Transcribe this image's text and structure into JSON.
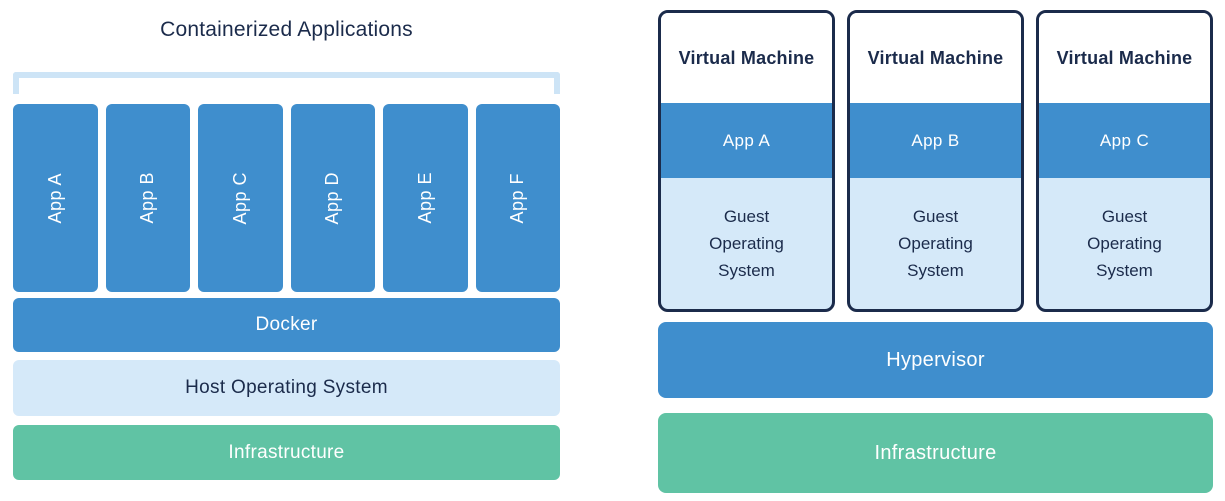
{
  "colors": {
    "blue": "#3f8ecd",
    "light_blue": "#d5e9f9",
    "green": "#60c3a4",
    "navy": "#1b2b4b",
    "bracket": "#cde4f6",
    "white": "#ffffff"
  },
  "left": {
    "title": "Containerized Applications",
    "apps": [
      "App A",
      "App B",
      "App C",
      "App D",
      "App E",
      "App F"
    ],
    "docker": "Docker",
    "host_os": "Host Operating System",
    "infrastructure": "Infrastructure"
  },
  "right": {
    "vms": [
      {
        "title": "Virtual Machine",
        "app": "App A",
        "os": "Guest Operating System"
      },
      {
        "title": "Virtual Machine",
        "app": "App B",
        "os": "Guest Operating System"
      },
      {
        "title": "Virtual Machine",
        "app": "App C",
        "os": "Guest Operating System"
      }
    ],
    "hypervisor": "Hypervisor",
    "infrastructure": "Infrastructure"
  }
}
